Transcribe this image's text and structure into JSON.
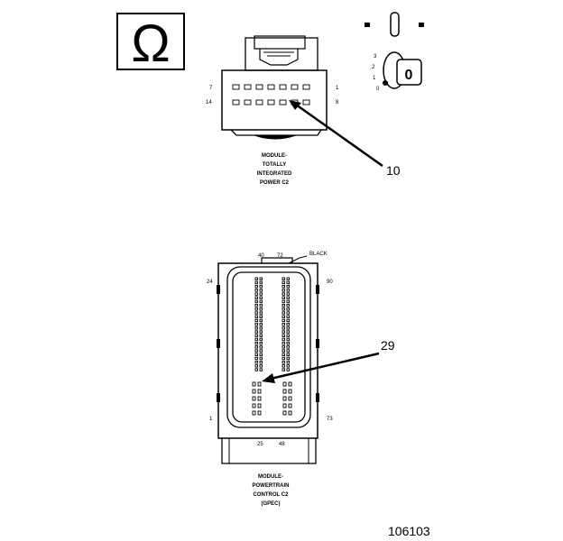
{
  "ohm_symbol": "Ω",
  "ignition": {
    "positions": [
      "3",
      "2",
      "1",
      "0"
    ],
    "key_label": "0"
  },
  "connector_top": {
    "pin_labels": {
      "top_left": "7",
      "top_right": "1",
      "bottom_left": "14",
      "bottom_right": "8"
    },
    "caption_lines": [
      "MODULE-",
      "TOTALLY",
      "INTEGRATED",
      "POWER C2"
    ],
    "callout": "10"
  },
  "connector_bottom": {
    "pin_labels": {
      "top_a": "40",
      "top_b": "72",
      "color": "BLACK",
      "left_top": "24",
      "right_top": "90",
      "left_bottom": "1",
      "right_bottom": "73",
      "bottom_a": "25",
      "bottom_b": "48"
    },
    "caption_lines": [
      "MODULE-",
      "POWERTRAIN",
      "CONTROL C2",
      "(GPEC)"
    ],
    "callout": "29"
  },
  "figure_id": "106103"
}
